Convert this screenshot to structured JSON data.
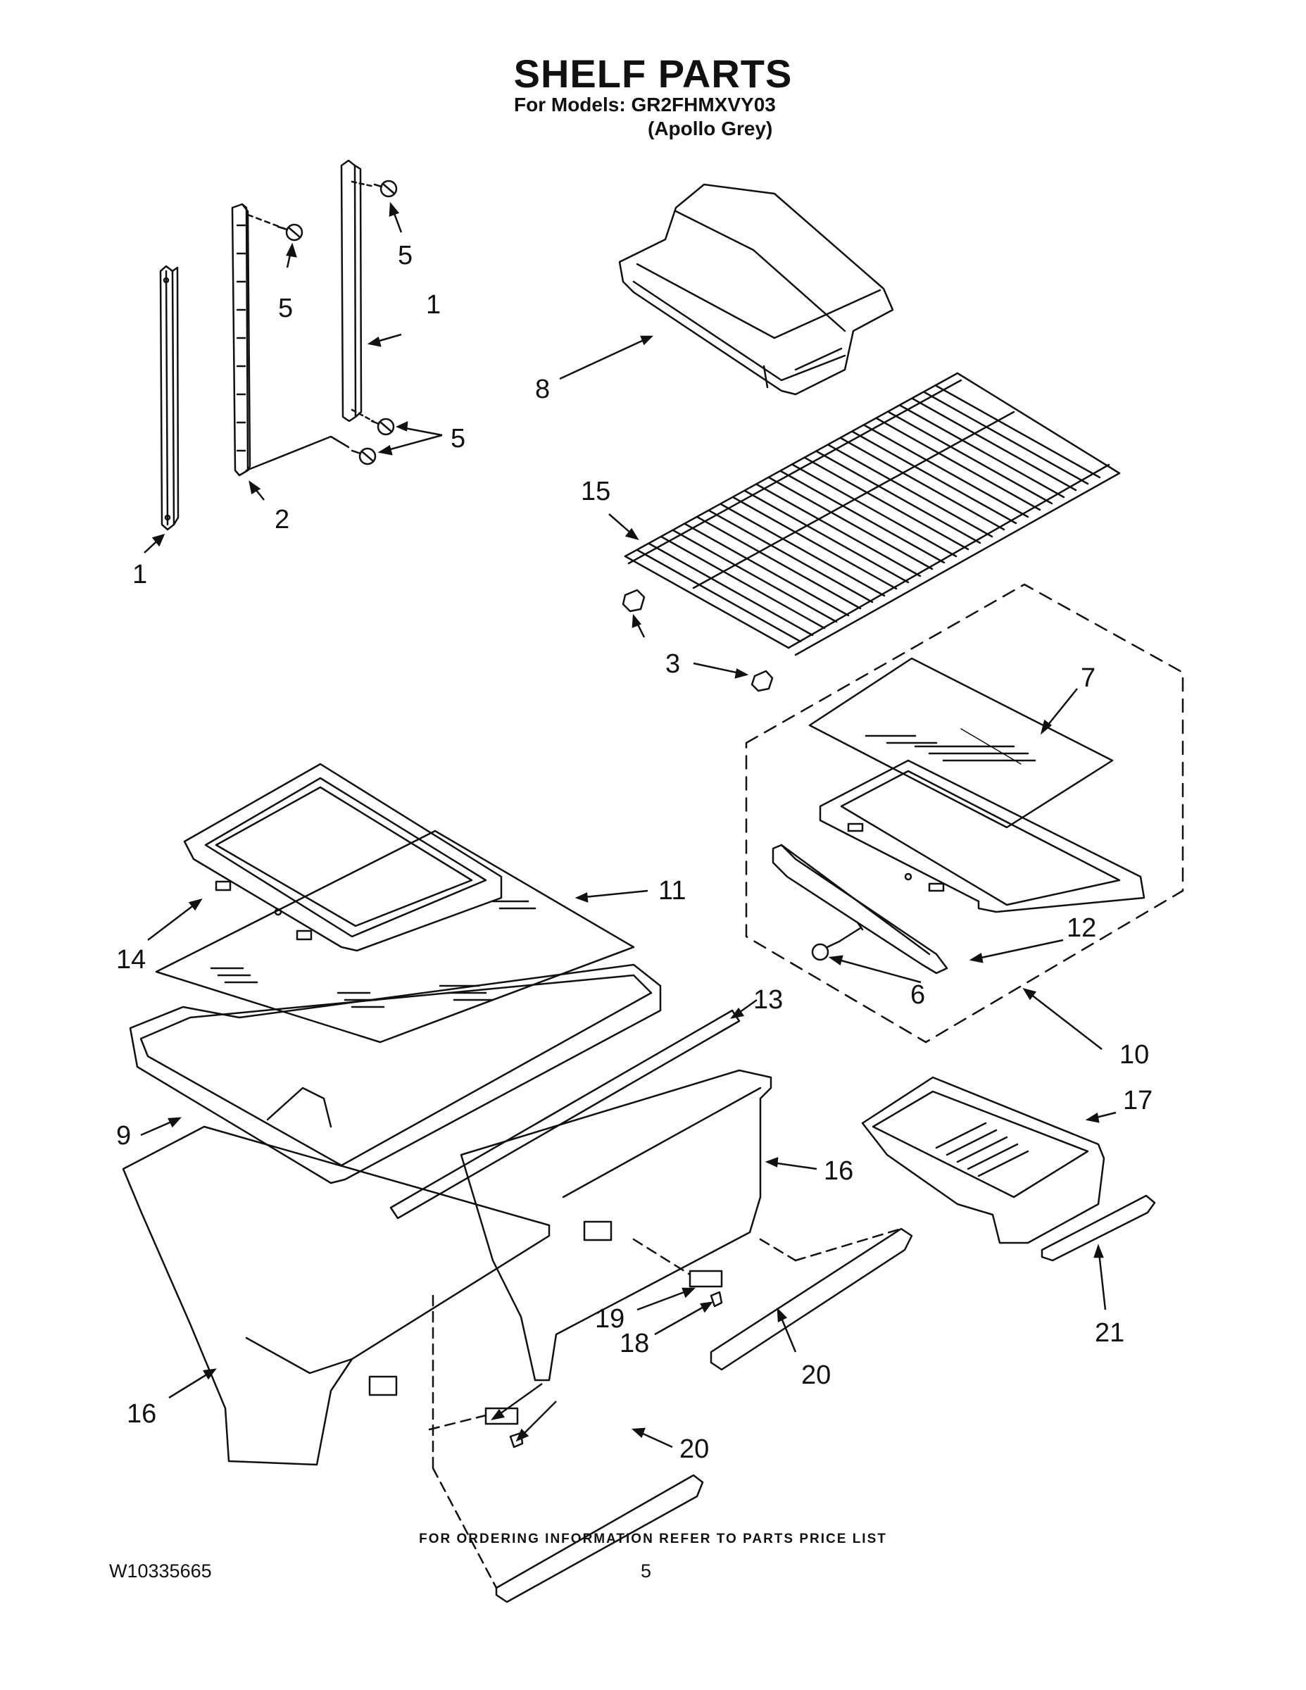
{
  "header": {
    "title": "SHELF PARTS",
    "models_line": "For Models: GR2FHMXVY03",
    "variant_line": "(Apollo Grey)"
  },
  "callouts": [
    {
      "id": "c1a",
      "text": "1"
    },
    {
      "id": "c1b",
      "text": "1"
    },
    {
      "id": "c2",
      "text": "2"
    },
    {
      "id": "c3",
      "text": "3"
    },
    {
      "id": "c5a",
      "text": "5"
    },
    {
      "id": "c5b",
      "text": "5"
    },
    {
      "id": "c5c",
      "text": "5"
    },
    {
      "id": "c6",
      "text": "6"
    },
    {
      "id": "c7",
      "text": "7"
    },
    {
      "id": "c8",
      "text": "8"
    },
    {
      "id": "c9",
      "text": "9"
    },
    {
      "id": "c10",
      "text": "10"
    },
    {
      "id": "c11",
      "text": "11"
    },
    {
      "id": "c12",
      "text": "12"
    },
    {
      "id": "c13",
      "text": "13"
    },
    {
      "id": "c14",
      "text": "14"
    },
    {
      "id": "c15",
      "text": "15"
    },
    {
      "id": "c16a",
      "text": "16"
    },
    {
      "id": "c16b",
      "text": "16"
    },
    {
      "id": "c17",
      "text": "17"
    },
    {
      "id": "c18",
      "text": "18"
    },
    {
      "id": "c19",
      "text": "19"
    },
    {
      "id": "c20a",
      "text": "20"
    },
    {
      "id": "c20b",
      "text": "20"
    },
    {
      "id": "c21",
      "text": "21"
    }
  ],
  "footer": {
    "ordering_note": "FOR ORDERING INFORMATION REFER TO PARTS PRICE LIST",
    "doc_number": "W10335665",
    "page_number": "5"
  }
}
